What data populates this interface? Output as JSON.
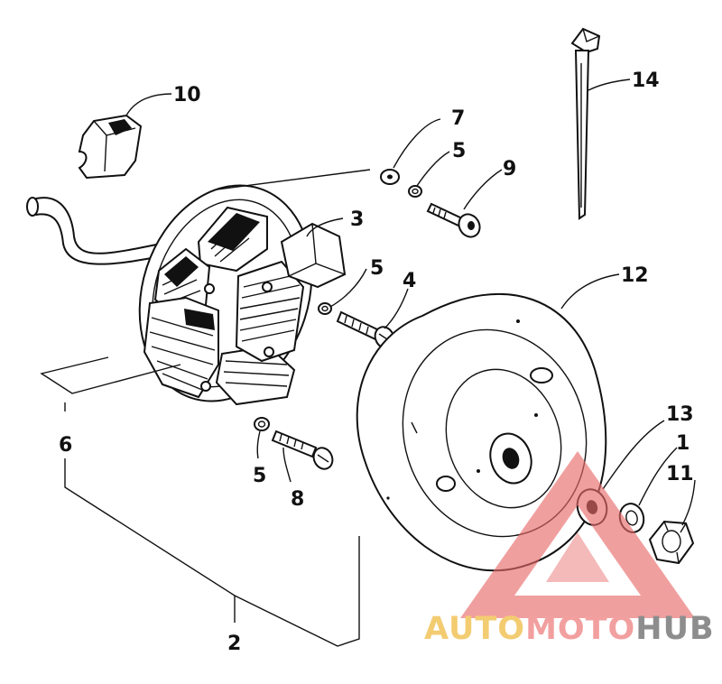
{
  "parts": [
    {
      "key": "p10",
      "label": "10"
    },
    {
      "key": "p7",
      "label": "7"
    },
    {
      "key": "p5a",
      "label": "5"
    },
    {
      "key": "p9",
      "label": "9"
    },
    {
      "key": "p14",
      "label": "14"
    },
    {
      "key": "p3",
      "label": "3"
    },
    {
      "key": "p5b",
      "label": "5"
    },
    {
      "key": "p4",
      "label": "4"
    },
    {
      "key": "p12",
      "label": "12"
    },
    {
      "key": "p13",
      "label": "13"
    },
    {
      "key": "p1",
      "label": "1"
    },
    {
      "key": "p11",
      "label": "11"
    },
    {
      "key": "p6",
      "label": "6"
    },
    {
      "key": "p5c",
      "label": "5"
    },
    {
      "key": "p8",
      "label": "8"
    },
    {
      "key": "p2",
      "label": "2"
    }
  ],
  "watermark": {
    "part1": "AUTO",
    "part2": "MOTO",
    "part3": "HUB",
    "colors": {
      "triangle": "#e86a6a",
      "auto": "#f2c45a",
      "moto": "#f08f8f",
      "hub": "#7a7a7a"
    }
  }
}
